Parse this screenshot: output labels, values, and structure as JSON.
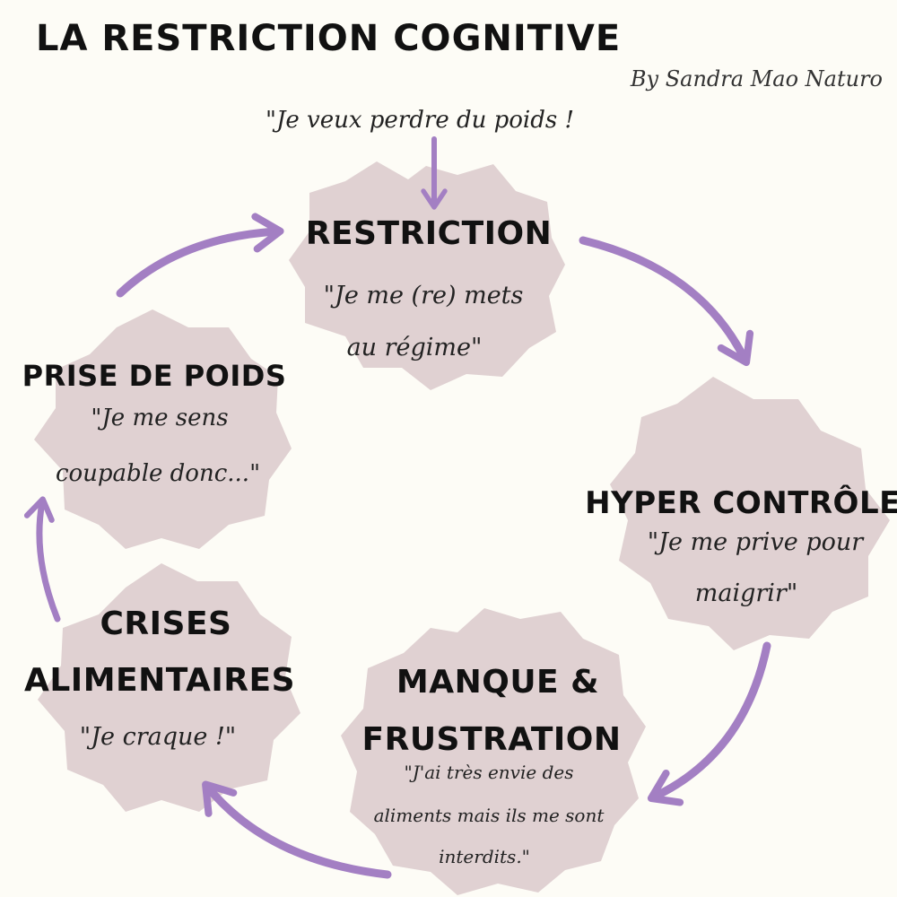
{
  "title": "LA RESTRICTION COGNITIVE",
  "byline": "By Sandra Mao Naturo",
  "trigger_quote": "\"Je veux perdre du poids !",
  "colors": {
    "background": "#fdfcf6",
    "node_fill": "#e0d1d2",
    "arrow": "#a37fc3",
    "text": "#111111"
  },
  "nodes": [
    {
      "id": "restriction",
      "title_lines": [
        "RESTRICTION"
      ],
      "quote_lines": [
        "\"Je me (re) mets",
        "au régime\""
      ]
    },
    {
      "id": "hyper-controle",
      "title_lines": [
        "HYPER CONTRÔLE"
      ],
      "quote_lines": [
        "\"Je me prive pour",
        "maigrir\""
      ]
    },
    {
      "id": "manque-frustration",
      "title_lines": [
        "MANQUE &",
        "FRUSTRATION"
      ],
      "quote_lines": [
        "\"J'ai très envie des",
        "aliments mais ils me sont",
        "interdits.\""
      ]
    },
    {
      "id": "crises-alimentaires",
      "title_lines": [
        "CRISES",
        "ALIMENTAIRES"
      ],
      "quote_lines": [
        "\"Je craque !\""
      ]
    },
    {
      "id": "prise-de-poids",
      "title_lines": [
        "PRISE DE POIDS"
      ],
      "quote_lines": [
        "\"Je me sens",
        "coupable donc...\""
      ]
    }
  ]
}
